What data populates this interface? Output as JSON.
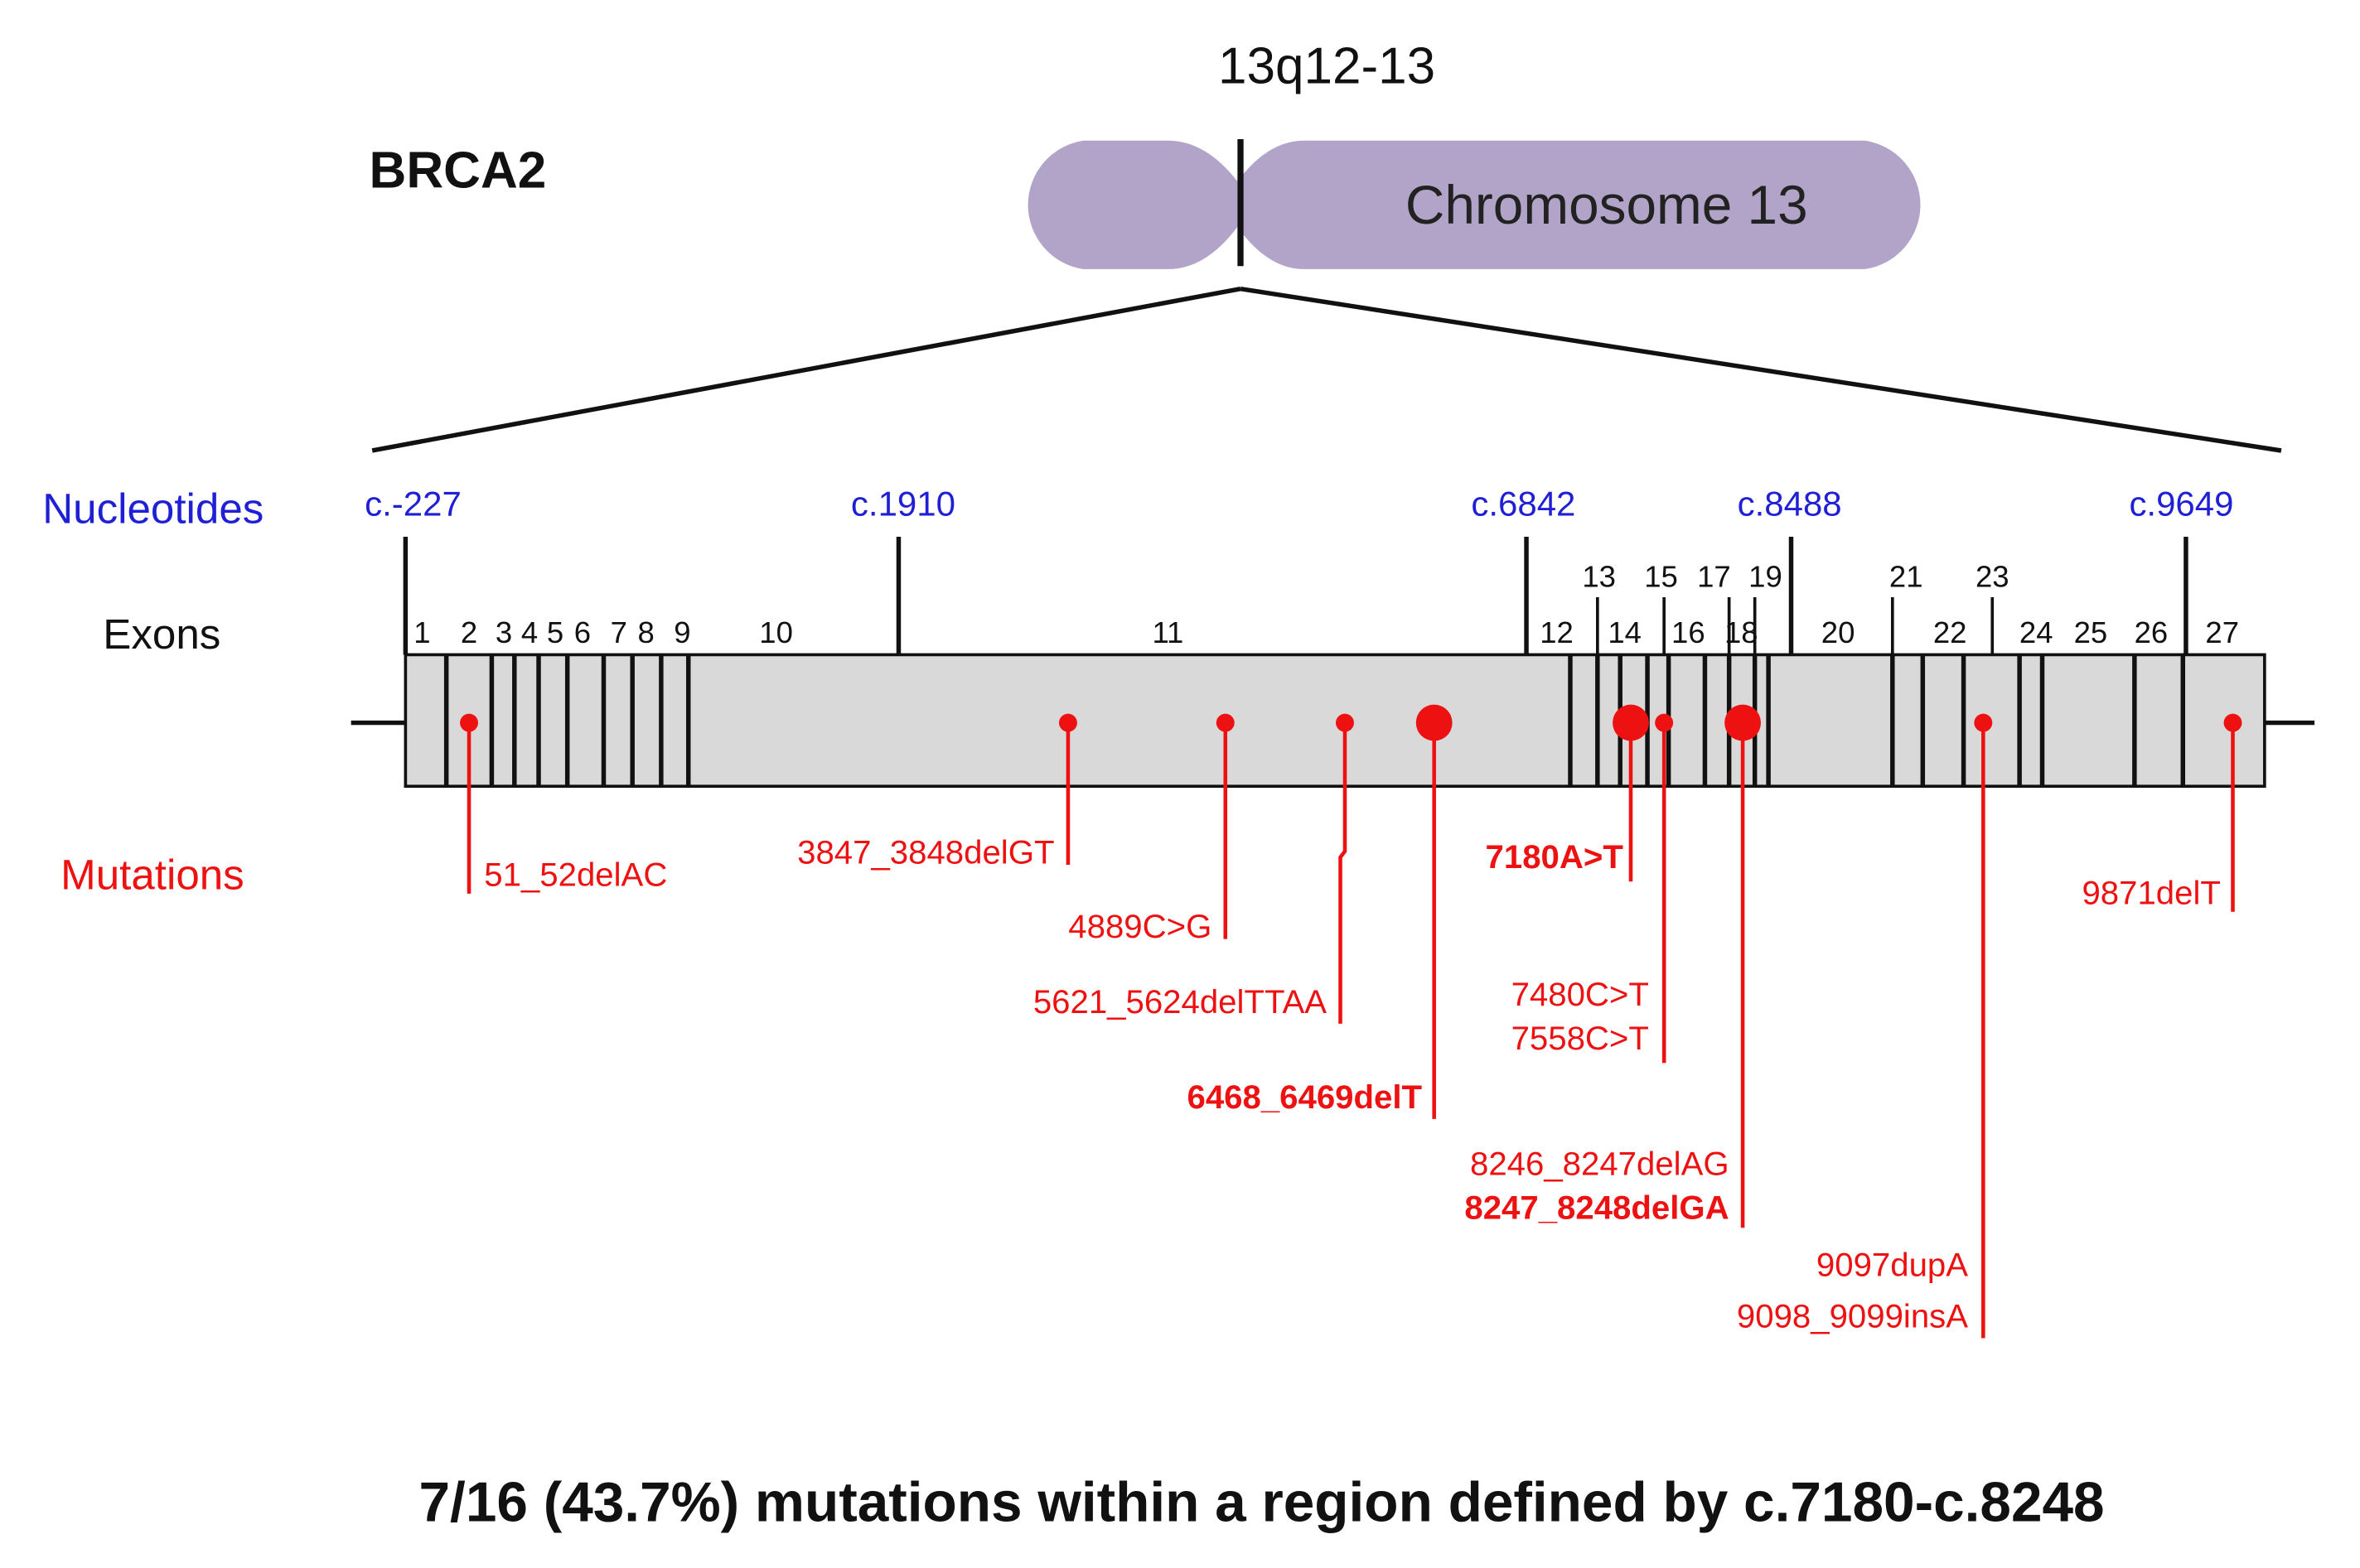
{
  "gene": "BRCA2",
  "locus": "13q12-13",
  "chromosome_label": "Chromosome 13",
  "row_labels": {
    "nucleotides": "Nucleotides",
    "exons": "Exons",
    "mutations": "Mutations"
  },
  "nucleotide_markers": [
    "c.-227",
    "c.1910",
    "c.6842",
    "c.8488",
    "c.9649"
  ],
  "exons": [
    "1",
    "2",
    "3",
    "4",
    "5",
    "6",
    "7",
    "8",
    "9",
    "10",
    "11",
    "12",
    "13",
    "14",
    "15",
    "16",
    "17",
    "18",
    "19",
    "20",
    "21",
    "22",
    "23",
    "24",
    "25",
    "26",
    "27"
  ],
  "mutations": [
    {
      "labels": [
        "51_52delAC"
      ],
      "bold": false,
      "size": "small"
    },
    {
      "labels": [
        "3847_3848delGT"
      ],
      "bold": false,
      "size": "small"
    },
    {
      "labels": [
        "4889C>G"
      ],
      "bold": false,
      "size": "small"
    },
    {
      "labels": [
        "5621_5624delTTAA"
      ],
      "bold": false,
      "size": "small"
    },
    {
      "labels": [
        "6468_6469delT"
      ],
      "bold": true,
      "size": "large"
    },
    {
      "labels": [
        "7180A>T"
      ],
      "bold": true,
      "size": "large"
    },
    {
      "labels": [
        "7480C>T",
        "7558C>T"
      ],
      "bold": false,
      "size": "small"
    },
    {
      "labels": [
        "8246_8247delAG",
        "8247_8248delGA"
      ],
      "bold": [
        false,
        true
      ],
      "size": "large"
    },
    {
      "labels": [
        "9097dupA",
        "9098_9099insA"
      ],
      "bold": false,
      "size": "small"
    },
    {
      "labels": [
        "9871delT"
      ],
      "bold": false,
      "size": "small"
    }
  ],
  "summary": "7/16 (43.7%) mutations within a region defined by c.7180-c.8248",
  "colors": {
    "chromosome": "#b2a3c8",
    "gene_bar": "#d9d9d9",
    "nucleotide_text": "#1f1fd6",
    "mutation": "#ee1111",
    "line": "#111111"
  }
}
